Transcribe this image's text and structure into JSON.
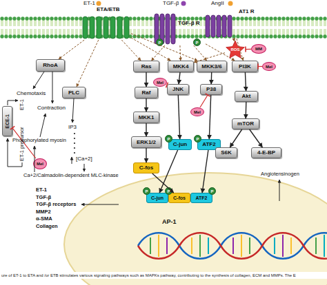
{
  "diagram": {
    "caption": "ure of ET-1 to ETA and /or ETB stimulates various signaling pathways such as MAPKs pathway, contributing to the synthesis of collagen, ECM and MMPs. The E",
    "nodes": [
      {
        "text": [
          "ETA/ETB"
        ]
      },
      {
        "text": [
          "TGF-β R"
        ]
      },
      {
        "text": [
          "AT1 R"
        ]
      },
      {
        "text": [
          "ROS"
        ]
      },
      {
        "text": [
          "MM"
        ]
      },
      {
        "text": [
          "RhoA"
        ]
      },
      {
        "text": [
          "Ras"
        ]
      },
      {
        "text": [
          "MKK4"
        ]
      },
      {
        "text": [
          "MKK3/6"
        ]
      },
      {
        "text": [
          "PI3K"
        ]
      },
      {
        "text": [
          "Mel"
        ]
      },
      {
        "text": [
          "Mel"
        ]
      },
      {
        "text": [
          "JNK"
        ]
      },
      {
        "text": [
          "P38"
        ]
      },
      {
        "text": [
          "PLC"
        ]
      },
      {
        "text": [
          "Raf"
        ]
      },
      {
        "text": [
          "Akt"
        ]
      },
      {
        "text": [
          "Mel"
        ]
      },
      {
        "text": [
          "MKK1"
        ]
      },
      {
        "text": [
          "mTOR"
        ]
      },
      {
        "text": [
          "ECE-1"
        ]
      },
      {
        "text": [
          "ERK1/2"
        ]
      },
      {
        "text": [
          "C-jun"
        ]
      },
      {
        "text": [
          "ATF2"
        ]
      },
      {
        "text": [
          "S6K"
        ]
      },
      {
        "text": [
          "4-E-BP"
        ]
      },
      {
        "text": [
          "Mel"
        ]
      },
      {
        "text": [
          "C-fos"
        ]
      },
      {
        "text": [
          "AP-1"
        ]
      },
      {
        "text": [
          "C-jun"
        ],
        "in": 28
      },
      {
        "text": [
          "C-fos"
        ],
        "in": 28
      },
      {
        "text": [
          "ATF2"
        ],
        "in": 28
      },
      {
        "text": [
          "P"
        ]
      },
      {
        "text": [
          "P"
        ]
      },
      {
        "text": [
          "P"
        ]
      },
      {
        "text": [
          "P"
        ]
      },
      {
        "text": [
          "P"
        ],
        "in": 28
      },
      {
        "text": [
          "P"
        ],
        "in": 28
      },
      {
        "text": [
          "P"
        ],
        "in": 28
      }
    ],
    "edges": [
      {
        "from": 0,
        "to": 5,
        "arrow": "to"
      },
      {
        "from": 0,
        "to": 14,
        "arrow": "to"
      },
      {
        "from": 0,
        "to": 6,
        "arrow": "to"
      },
      {
        "from": 0,
        "to": 7,
        "arrow": "to"
      },
      {
        "from": 0,
        "to": 8,
        "arrow": "to"
      },
      {
        "from": 1,
        "to": 6,
        "arrow": "to"
      },
      {
        "from": 1,
        "to": 7,
        "arrow": "to"
      },
      {
        "from": 1,
        "to": 8,
        "arrow": "to"
      },
      {
        "from": 1,
        "to": 9,
        "arrow": "to"
      },
      {
        "from": 2,
        "to": 3,
        "arrow": "to"
      },
      {
        "from": 2,
        "to": 9,
        "arrow": "to"
      },
      {
        "from": 3,
        "to": 7,
        "arrow": "to"
      },
      {
        "from": 4,
        "to": 3,
        "arrow": "none"
      },
      {
        "from": 6,
        "to": 15,
        "arrow": "to"
      },
      {
        "from": 15,
        "to": 18,
        "arrow": "to"
      },
      {
        "from": 18,
        "to": 21,
        "arrow": "to"
      },
      {
        "from": 21,
        "to": 27,
        "arrow": "to"
      },
      {
        "from": 7,
        "to": 12,
        "arrow": "to"
      },
      {
        "from": 8,
        "to": 13,
        "arrow": "to"
      },
      {
        "from": 12,
        "to": 22,
        "arrow": "to"
      },
      {
        "from": 13,
        "to": 23,
        "arrow": "to"
      },
      {
        "from": 9,
        "to": 16,
        "arrow": "to"
      },
      {
        "from": 16,
        "to": 19,
        "arrow": "to"
      },
      {
        "from": 19,
        "to": 24,
        "arrow": "to"
      },
      {
        "from": 19,
        "to": 25,
        "arrow": "to"
      },
      {
        "from": 10,
        "to": 9,
        "arrow": "none"
      },
      {
        "from": 11,
        "to": 12,
        "arrow": "none"
      },
      {
        "from": 17,
        "to": 13,
        "arrow": "none"
      },
      {
        "from": 26,
        "to": 20,
        "arrow": "none"
      },
      {
        "from": 22,
        "to": 29,
        "arrow": "to"
      },
      {
        "from": 23,
        "to": 31,
        "arrow": "to"
      },
      {
        "from": 27,
        "to": 30,
        "arrow": "to"
      }
    ],
    "labels": [
      "ET-1",
      "TGF-β",
      "AngII",
      "Chemotaxis",
      "Contraction",
      "IP3",
      "[Ca+2]",
      "Phosphorylated myosin",
      "Ca+2/Calmadolin-dependent MLC-kinase",
      "ET-1",
      "ET-1 precursor",
      "ET-1",
      "TGF-β",
      "TGF-β receptors",
      "MMP2",
      "α-SMA",
      "Collagen",
      "Angiotensinogen"
    ]
  }
}
